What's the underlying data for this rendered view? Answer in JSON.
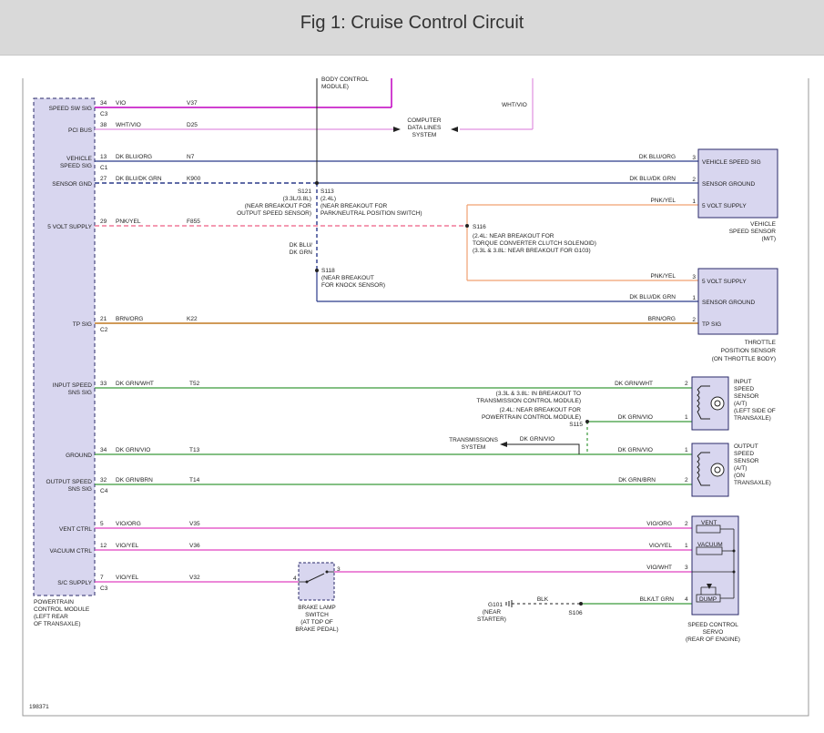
{
  "title": "Fig 1: Cruise Control Circuit",
  "pcm": {
    "pins": [
      {
        "label": [
          "SPEED SW SIG"
        ],
        "pin": "34",
        "conn": "C3",
        "color": "VIO",
        "circuit": "V37"
      },
      {
        "label": [
          "PCI BUS"
        ],
        "pin": "38",
        "conn": "",
        "color": "WHT/VIO",
        "circuit": "D25"
      },
      {
        "label": [
          "VEHICLE",
          "SPEED SIG"
        ],
        "pin": "13",
        "conn": "C1",
        "color": "DK BLU/ORG",
        "circuit": "N7"
      },
      {
        "label": [
          "SENSOR GND"
        ],
        "pin": "27",
        "conn": "",
        "color": "DK BLU/DK GRN",
        "circuit": "K900"
      },
      {
        "label": [
          "5 VOLT SUPPLY"
        ],
        "pin": "29",
        "conn": "",
        "color": "PNK/YEL",
        "circuit": "F855"
      },
      {
        "label": [
          "TP SIG"
        ],
        "pin": "21",
        "conn": "C2",
        "color": "BRN/ORG",
        "circuit": "K22"
      },
      {
        "label": [
          "INPUT SPEED",
          "SNS SIG"
        ],
        "pin": "33",
        "conn": "",
        "color": "DK GRN/WHT",
        "circuit": "T52"
      },
      {
        "label": [
          "GROUND"
        ],
        "pin": "34",
        "conn": "",
        "color": "DK GRN/VIO",
        "circuit": "T13"
      },
      {
        "label": [
          "OUTPUT SPEED",
          "SNS SIG"
        ],
        "pin": "32",
        "conn": "C4",
        "color": "DK GRN/BRN",
        "circuit": "T14"
      },
      {
        "label": [
          "VENT CTRL"
        ],
        "pin": "5",
        "conn": "",
        "color": "VIO/ORG",
        "circuit": "V35"
      },
      {
        "label": [
          "VACUUM CTRL"
        ],
        "pin": "12",
        "conn": "",
        "color": "VIO/YEL",
        "circuit": "V36"
      },
      {
        "label": [
          "S/C SUPPLY"
        ],
        "pin": "7",
        "conn": "C3",
        "color": "VIO/YEL",
        "circuit": "V32"
      }
    ],
    "name": [
      "POWERTRAIN",
      "CONTROL MODULE",
      "(LEFT REAR",
      "OF TRANSAXLE)"
    ]
  },
  "bcm_label": [
    "BODY CONTROL",
    "MODULE)"
  ],
  "wht_vio": "WHT/VIO",
  "computer_data_lines": [
    "COMPUTER",
    "DATA LINES",
    "SYSTEM"
  ],
  "splices": {
    "s121": [
      "S121",
      "(3.3L/3.8L)",
      "(NEAR BREAKOUT FOR",
      "OUTPUT SPEED SENSOR)"
    ],
    "s113": [
      "S113",
      "(2.4L)",
      "(NEAR BREAKOUT FOR",
      "PARK/NEUTRAL POSITION SWITCH)"
    ],
    "dk_blu_dk_grn": [
      "DK BLU/",
      "DK GRN"
    ],
    "s118": [
      "S118",
      "(NEAR BREAKOUT",
      "FOR KNOCK SENSOR)"
    ],
    "s116": [
      "S116",
      "(2.4L: NEAR BREAKOUT FOR",
      "TORQUE CONVERTER CLUTCH SOLENOID)",
      "(3.3L & 3.8L: NEAR BREAKOUT FOR G103)"
    ],
    "s115_note": [
      "(3.3L & 3.8L: IN BREAKOUT TO",
      "TRANSMISSION CONTROL MODULE)",
      "(2.4L: NEAR BREAKOUT FOR",
      "POWERTRAIN CONTROL MODULE)"
    ],
    "s115": "S115",
    "trans_system": [
      "TRANSMISSIONS",
      "SYSTEM"
    ],
    "s106": "S106",
    "g101": [
      "G101",
      "(NEAR",
      "STARTER)"
    ]
  },
  "right_wires": {
    "vss_sig": "DK BLU/ORG",
    "vss_gnd": "DK BLU/DK GRN",
    "vss_5v": "PNK/YEL",
    "tps_5v": "PNK/YEL",
    "tps_gnd": "DK BLU/DK GRN",
    "tps_sig": "BRN/ORG",
    "iss_sig": "DK GRN/WHT",
    "iss_gnd": "DK GRN/VIO",
    "oss_gnd": "DK GRN/VIO",
    "oss_sig": "DK GRN/BRN",
    "trans_wire": "DK GRN/VIO",
    "vent": "VIO/ORG",
    "vacuum": "VIO/YEL",
    "supply": "VIO/WHT",
    "ground": "BLK/LT GRN",
    "blk": "BLK"
  },
  "vss": {
    "pins": [
      "VEHICLE SPEED SIG",
      "SENSOR GROUND",
      "5 VOLT SUPPLY"
    ],
    "nums": [
      "3",
      "2",
      "1"
    ],
    "name": [
      "VEHICLE",
      "SPEED SENSOR",
      "(M/T)"
    ]
  },
  "tps": {
    "pins": [
      "5 VOLT SUPPLY",
      "SENSOR GROUND",
      "TP SIG"
    ],
    "nums": [
      "3",
      "1",
      "2"
    ],
    "name": [
      "THROTTLE",
      "POSITION SENSOR",
      "(ON THROTTLE BODY)"
    ]
  },
  "iss": {
    "nums": [
      "2",
      "1"
    ],
    "name": [
      "INPUT",
      "SPEED",
      "SENSOR",
      "(A/T)",
      "(LEFT SIDE OF",
      "TRANSAXLE)"
    ]
  },
  "oss": {
    "nums": [
      "1",
      "2"
    ],
    "name": [
      "OUTPUT",
      "SPEED",
      "SENSOR",
      "(A/T)",
      "(ON",
      "TRANSAXLE)"
    ]
  },
  "servo": {
    "nums": [
      "2",
      "1",
      "3",
      "4"
    ],
    "vent": "VENT",
    "vacuum": "VACUUM",
    "dump": "DUMP",
    "name": [
      "SPEED CONTROL",
      "SERVO",
      "(REAR OF ENGINE)"
    ]
  },
  "brake": {
    "nums": [
      "4",
      "3"
    ],
    "name": [
      "BRAKE LAMP",
      "SWITCH",
      "(AT TOP OF",
      "BRAKE PEDAL)"
    ]
  },
  "fig_number": "198371"
}
